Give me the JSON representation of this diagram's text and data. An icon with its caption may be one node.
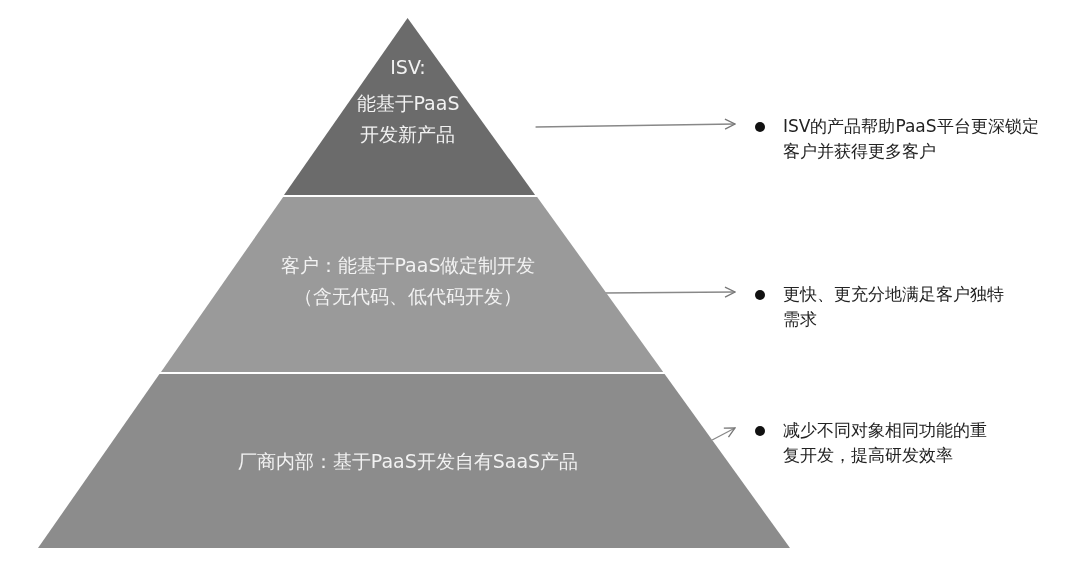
{
  "diagram": {
    "nodes": [
      {
        "text": [
          "ISV:",
          "能基于PaaS开发新产品"
        ]
      },
      {
        "text": [
          "客户：能基于PaaS做定制开发（含无代码、低代码开发）"
        ]
      },
      {
        "text": [
          "厂商内部：基于PaaS开发自有SaaS产品"
        ]
      },
      {
        "text": [
          "ISV的产品帮助PaaS平台更深锁定客户并获得更多客户"
        ]
      },
      {
        "text": [
          "更快、更充分地满足客户独特需求"
        ]
      },
      {
        "text": [
          "减少不同对象相同功能的重复开发，提高研发效率"
        ]
      }
    ],
    "edges": [
      {
        "from": 0,
        "to": 3,
        "arrow": "to"
      },
      {
        "from": 1,
        "to": 4,
        "arrow": "to"
      },
      {
        "from": 2,
        "to": 5,
        "arrow": "to"
      }
    ]
  }
}
